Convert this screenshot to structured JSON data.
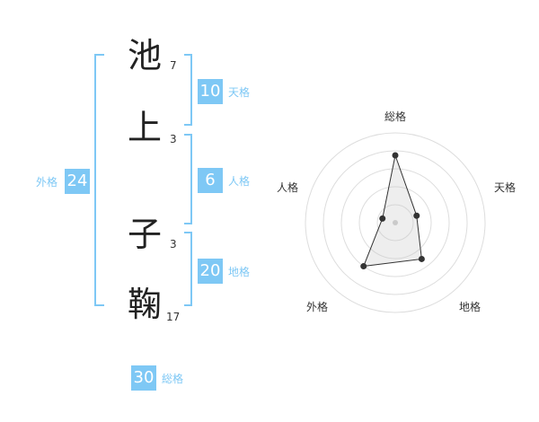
{
  "name": {
    "chars": [
      {
        "char": "池",
        "strokes": "7"
      },
      {
        "char": "上",
        "strokes": "3"
      },
      {
        "char": "子",
        "strokes": "3"
      },
      {
        "char": "鞠",
        "strokes": "17"
      }
    ]
  },
  "fortune": {
    "tenkaku": {
      "value": "10",
      "label": "天格"
    },
    "jinkaku": {
      "value": "6",
      "label": "人格"
    },
    "chikaku": {
      "value": "20",
      "label": "地格"
    },
    "gaikaku": {
      "value": "24",
      "label": "外格"
    },
    "soukaku": {
      "value": "30",
      "label": "総格"
    }
  },
  "colors": {
    "accent": "#7ec8f5",
    "text": "#222222",
    "grid": "#dddddd"
  },
  "chart_data": {
    "type": "radar",
    "axes": [
      "総格",
      "天格",
      "地格",
      "外格",
      "人格"
    ],
    "values": [
      30,
      10,
      20,
      24,
      6
    ],
    "rlim": [
      0,
      40
    ]
  }
}
